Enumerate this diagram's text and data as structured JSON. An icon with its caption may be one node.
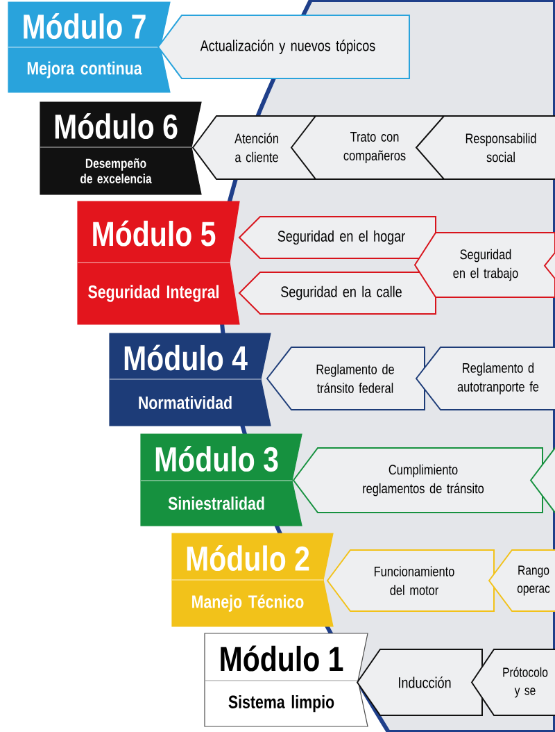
{
  "diagram": {
    "nodes": [
      {
        "text": [
          "Módulo 7",
          "Mejora continua"
        ]
      },
      {
        "text": [
          "Actualización y nuevos tópicos"
        ]
      },
      {
        "text": [
          "Módulo 6",
          "Desempeño de excelencia"
        ]
      },
      {
        "text": [
          "Atención a cliente"
        ]
      },
      {
        "text": [
          "Trato con compañeros"
        ]
      },
      {
        "text": [
          "Responsabilid social"
        ]
      },
      {
        "text": [
          "Módulo 5",
          "Seguridad Integral"
        ]
      },
      {
        "text": [
          "Seguridad en el hogar"
        ]
      },
      {
        "text": [
          "Seguridad en la calle"
        ]
      },
      {
        "text": [
          "Seguridad en el trabajo"
        ]
      },
      {
        "text": [],
        "shape": "box"
      },
      {
        "text": [
          "Módulo 4",
          "Normatividad"
        ]
      },
      {
        "text": [
          "Reglamento de tránsito federal"
        ]
      },
      {
        "text": [
          "Reglamento d autotranporte fe"
        ]
      },
      {
        "text": [
          "Módulo 3",
          "Siniestralidad"
        ]
      },
      {
        "text": [
          "Cumplimiento reglamentos de tránsito"
        ]
      },
      {
        "text": [],
        "shape": "box"
      },
      {
        "text": [
          "Módulo 2",
          "Manejo Técnico"
        ]
      },
      {
        "text": [
          "Funcionamiento del motor"
        ]
      },
      {
        "text": [
          "Rango operac"
        ]
      },
      {
        "text": [
          "Módulo 1",
          "Sistema limpio"
        ]
      },
      {
        "text": [
          "Inducción"
        ]
      },
      {
        "text": [
          "Prótocolo y se"
        ]
      }
    ]
  }
}
